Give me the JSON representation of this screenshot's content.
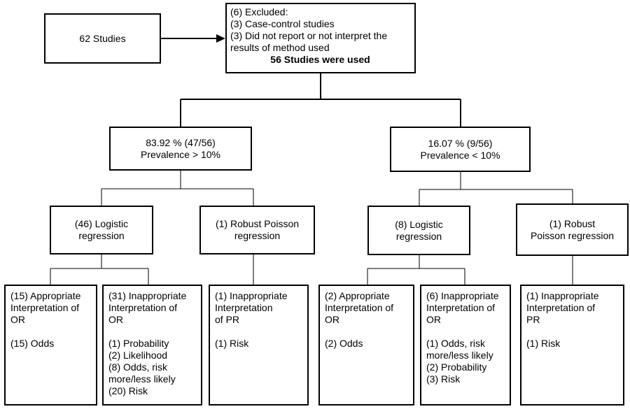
{
  "start": {
    "label": "62 Studies"
  },
  "exclusion": {
    "lines": [
      "(6) Excluded:",
      "(3) Case-control studies",
      "(3) Did not report or not interpret the",
      "results of method used"
    ],
    "total": "56 Studies were used"
  },
  "high_prevalence": {
    "line1": "83.92 % (47/56)",
    "line2": "Prevalence  > 10%"
  },
  "low_prevalence": {
    "line1": "16.07 % (9/56)",
    "line2": "Prevalence  < 10%"
  },
  "high_logistic": {
    "line1": "(46) Logistic",
    "line2": "regression"
  },
  "high_poisson": {
    "line1": "(1) Robust  Poisson",
    "line2": "regression"
  },
  "low_logistic": {
    "line1": "(8) Logistic",
    "line2": "regression"
  },
  "low_poisson": {
    "line1": "(1) Robust",
    "line2": "Poisson regression"
  },
  "leaves": {
    "h_appropriate": {
      "heading": [
        "(15) Appropriate",
        "Interpretation of",
        "OR"
      ],
      "items": [
        "(15) Odds"
      ]
    },
    "h_inappropriate": {
      "heading": [
        "(31) Inappropriate",
        "Interpretation of",
        "OR"
      ],
      "items": [
        "(1)  Probability",
        "(2)  Likelihood",
        "(8) Odds, risk",
        "more/less likely",
        "(20) Risk"
      ]
    },
    "h_poisson": {
      "heading": [
        "(1)  Inappropriate",
        "Interpretation",
        "of PR"
      ],
      "items": [
        "(1) Risk"
      ]
    },
    "l_appropriate": {
      "heading": [
        "(2) Appropriate",
        "Interpretation of",
        "OR"
      ],
      "items": [
        "(2) Odds"
      ]
    },
    "l_inappropriate": {
      "heading": [
        "(6) Inappropriate",
        "Interpretation of",
        "OR"
      ],
      "items": [
        "(1) Odds, risk",
        "more/less likely",
        "(2) Probability",
        "(3) Risk"
      ]
    },
    "l_poisson": {
      "heading": [
        "(1)  Inappropriate",
        "Interpretation of",
        "PR"
      ],
      "items": [
        "(1) Risk"
      ]
    }
  }
}
